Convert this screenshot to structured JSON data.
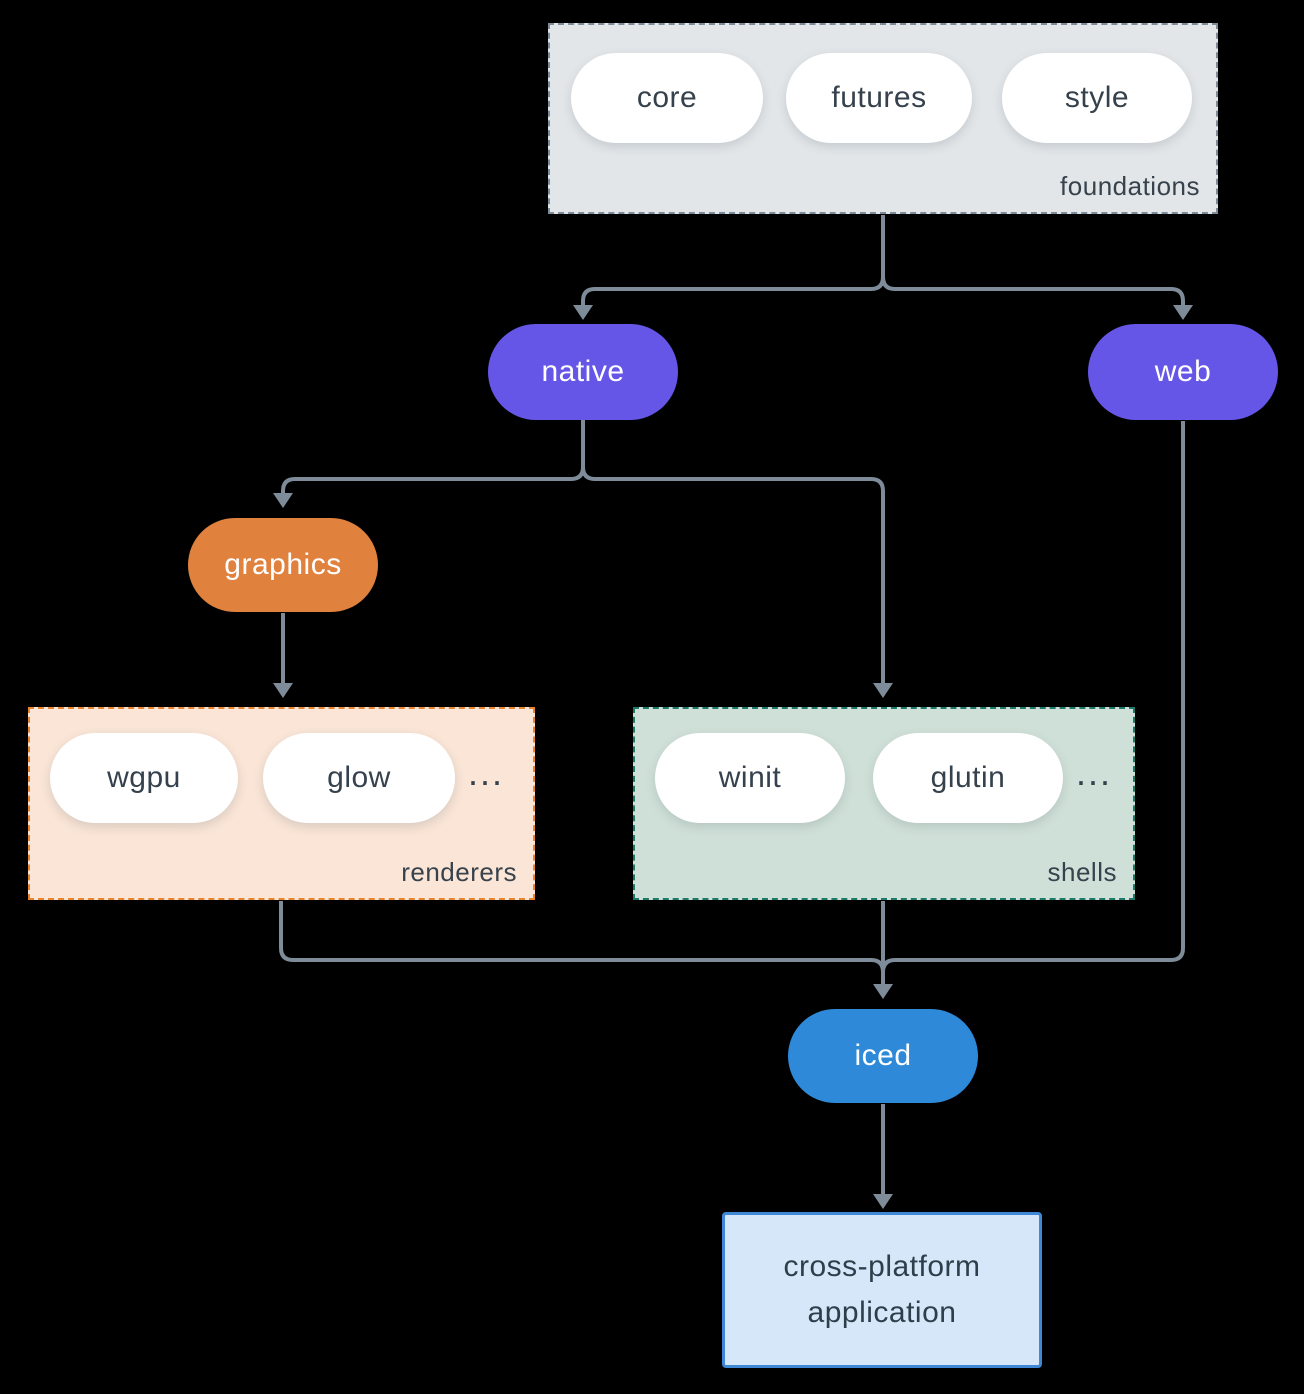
{
  "colors": {
    "background": "#000000",
    "connector": "#7e8c9a",
    "purple_node": "#6556e8",
    "orange_node": "#e0813e",
    "blue_node": "#2e89d8",
    "white_pill": "#ffffff",
    "pill_text_dark": "#35414c",
    "node_text_light": "#ffffff",
    "foundations_fill": "#e2e6e9",
    "foundations_border": "#7e8c9a",
    "renderers_fill": "#fae5d6",
    "renderers_border": "#e8842e",
    "shells_fill": "#cfe0d8",
    "shells_border": "#1e7a68",
    "app_fill": "#d5e7f8",
    "app_border": "#3e88d6"
  },
  "groups": {
    "foundations": {
      "label": "foundations",
      "items": [
        "core",
        "futures",
        "style"
      ]
    },
    "renderers": {
      "label": "renderers",
      "items": [
        "wgpu",
        "glow"
      ],
      "ellipsis": "..."
    },
    "shells": {
      "label": "shells",
      "items": [
        "winit",
        "glutin"
      ],
      "ellipsis": "..."
    }
  },
  "nodes": {
    "native": {
      "label": "native"
    },
    "web": {
      "label": "web"
    },
    "graphics": {
      "label": "graphics"
    },
    "iced": {
      "label": "iced"
    },
    "application": {
      "line1": "cross-platform",
      "line2": "application"
    }
  },
  "edges": [
    "foundations -> native",
    "foundations -> web",
    "native -> graphics",
    "native -> shells",
    "graphics -> renderers",
    "renderers -> iced",
    "shells -> iced",
    "web -> iced",
    "iced -> cross-platform-application"
  ]
}
